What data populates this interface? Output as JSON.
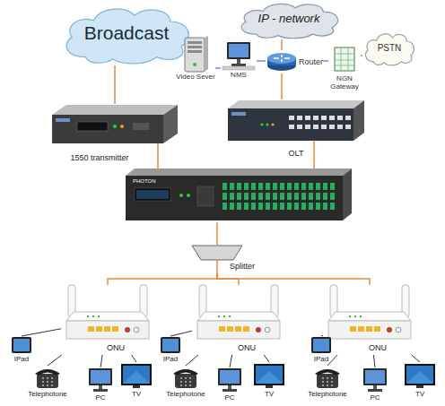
{
  "diagram": {
    "nodes": [
      {
        "text": [
          "Broadcast"
        ]
      },
      {
        "text": [
          "IP - network"
        ]
      },
      {
        "text": [
          "PSTN"
        ]
      },
      {
        "text": [
          "Video Sever"
        ]
      },
      {
        "text": [
          "NMS"
        ]
      },
      {
        "text": [
          "Router"
        ]
      },
      {
        "text": [
          "NGN Gateway"
        ]
      },
      {
        "text": [
          "1550 transmitter"
        ]
      },
      {
        "text": [
          "OLT"
        ]
      },
      {
        "text": [
          "PHOTON"
        ]
      },
      {
        "text": [
          "Splitter"
        ]
      },
      {
        "text": [
          "ONU"
        ]
      },
      {
        "text": [
          "IPad"
        ]
      },
      {
        "text": [
          "Telephotone"
        ]
      },
      {
        "text": [
          "PC"
        ]
      },
      {
        "text": [
          "TV"
        ]
      },
      {
        "text": [
          "ONU"
        ]
      },
      {
        "text": [
          "IPad"
        ]
      },
      {
        "text": [
          "Telephotone"
        ]
      },
      {
        "text": [
          "PC"
        ]
      },
      {
        "text": [
          "TV"
        ]
      },
      {
        "text": [
          "ONU"
        ]
      },
      {
        "text": [
          "IPad"
        ]
      },
      {
        "text": [
          "Telephotone"
        ]
      },
      {
        "text": [
          "PC"
        ]
      },
      {
        "text": [
          "TV"
        ]
      }
    ],
    "edges": [
      {
        "from": 0,
        "to": 7,
        "arrow": "none"
      },
      {
        "from": 1,
        "to": 5,
        "arrow": "none"
      },
      {
        "from": 3,
        "to": 4,
        "arrow": "none"
      },
      {
        "from": 4,
        "to": 5,
        "arrow": "none"
      },
      {
        "from": 5,
        "to": 6,
        "arrow": "none"
      },
      {
        "from": 6,
        "to": 2,
        "arrow": "none"
      },
      {
        "from": 5,
        "to": 8,
        "arrow": "none"
      },
      {
        "from": 7,
        "to": 9,
        "arrow": "none"
      },
      {
        "from": 8,
        "to": 9,
        "arrow": "none"
      },
      {
        "from": 9,
        "to": 10,
        "arrow": "none"
      },
      {
        "from": 10,
        "to": 11,
        "arrow": "none"
      },
      {
        "from": 10,
        "to": 16,
        "arrow": "none"
      },
      {
        "from": 10,
        "to": 21,
        "arrow": "none"
      },
      {
        "from": 11,
        "to": 12,
        "arrow": "none"
      },
      {
        "from": 11,
        "to": 13,
        "arrow": "none"
      },
      {
        "from": 11,
        "to": 14,
        "arrow": "none"
      },
      {
        "from": 11,
        "to": 15,
        "arrow": "none"
      },
      {
        "from": 16,
        "to": 17,
        "arrow": "none"
      },
      {
        "from": 16,
        "to": 18,
        "arrow": "none"
      },
      {
        "from": 16,
        "to": 19,
        "arrow": "none"
      },
      {
        "from": 16,
        "to": 20,
        "arrow": "none"
      },
      {
        "from": 21,
        "to": 22,
        "arrow": "none"
      },
      {
        "from": 21,
        "to": 23,
        "arrow": "none"
      },
      {
        "from": 21,
        "to": 24,
        "arrow": "none"
      },
      {
        "from": 21,
        "to": 25,
        "arrow": "none"
      }
    ]
  }
}
